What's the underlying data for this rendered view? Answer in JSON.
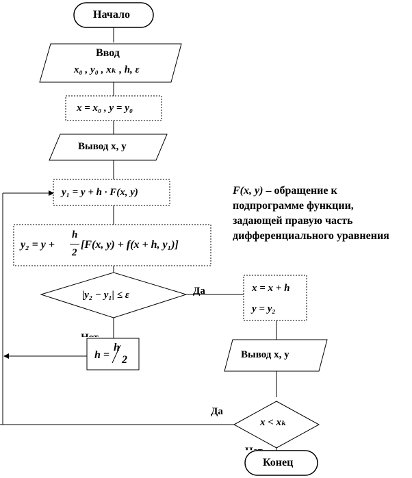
{
  "start": {
    "label": "Начало"
  },
  "input": {
    "title": "Ввод",
    "params": "x₀ , y₀ , xₖ , h, ε"
  },
  "init": {
    "formula": "x = x₀ , y = y₀"
  },
  "output1": {
    "label": "Вывод x, y"
  },
  "step1": {
    "formula": "y₁ = y + h · F(x, y)"
  },
  "step2": {
    "formula_left": "y₂ = y +",
    "frac_num": "h",
    "frac_den": "2",
    "formula_right": "[F(x, y) + f(x + h, y₁)]"
  },
  "condition1": {
    "formula": "|y₂ − y₁| ≤ ε",
    "yes_label": "Да",
    "no_label": "Нет"
  },
  "halve": {
    "formula_left": "h =",
    "frac_num": "h",
    "frac_den": "2"
  },
  "note": {
    "func": "F(x, y)",
    "text": " – обращение к подпрограмме функции, задающей правую часть дифференциального уравнения"
  },
  "update": {
    "line1": "x = x + h",
    "line2": "y = y₂"
  },
  "output2": {
    "label": "Вывод x, y"
  },
  "condition2": {
    "formula": "x < xₖ",
    "yes_label": "Да",
    "no_label": "Нет"
  },
  "end": {
    "label": "Конец"
  }
}
